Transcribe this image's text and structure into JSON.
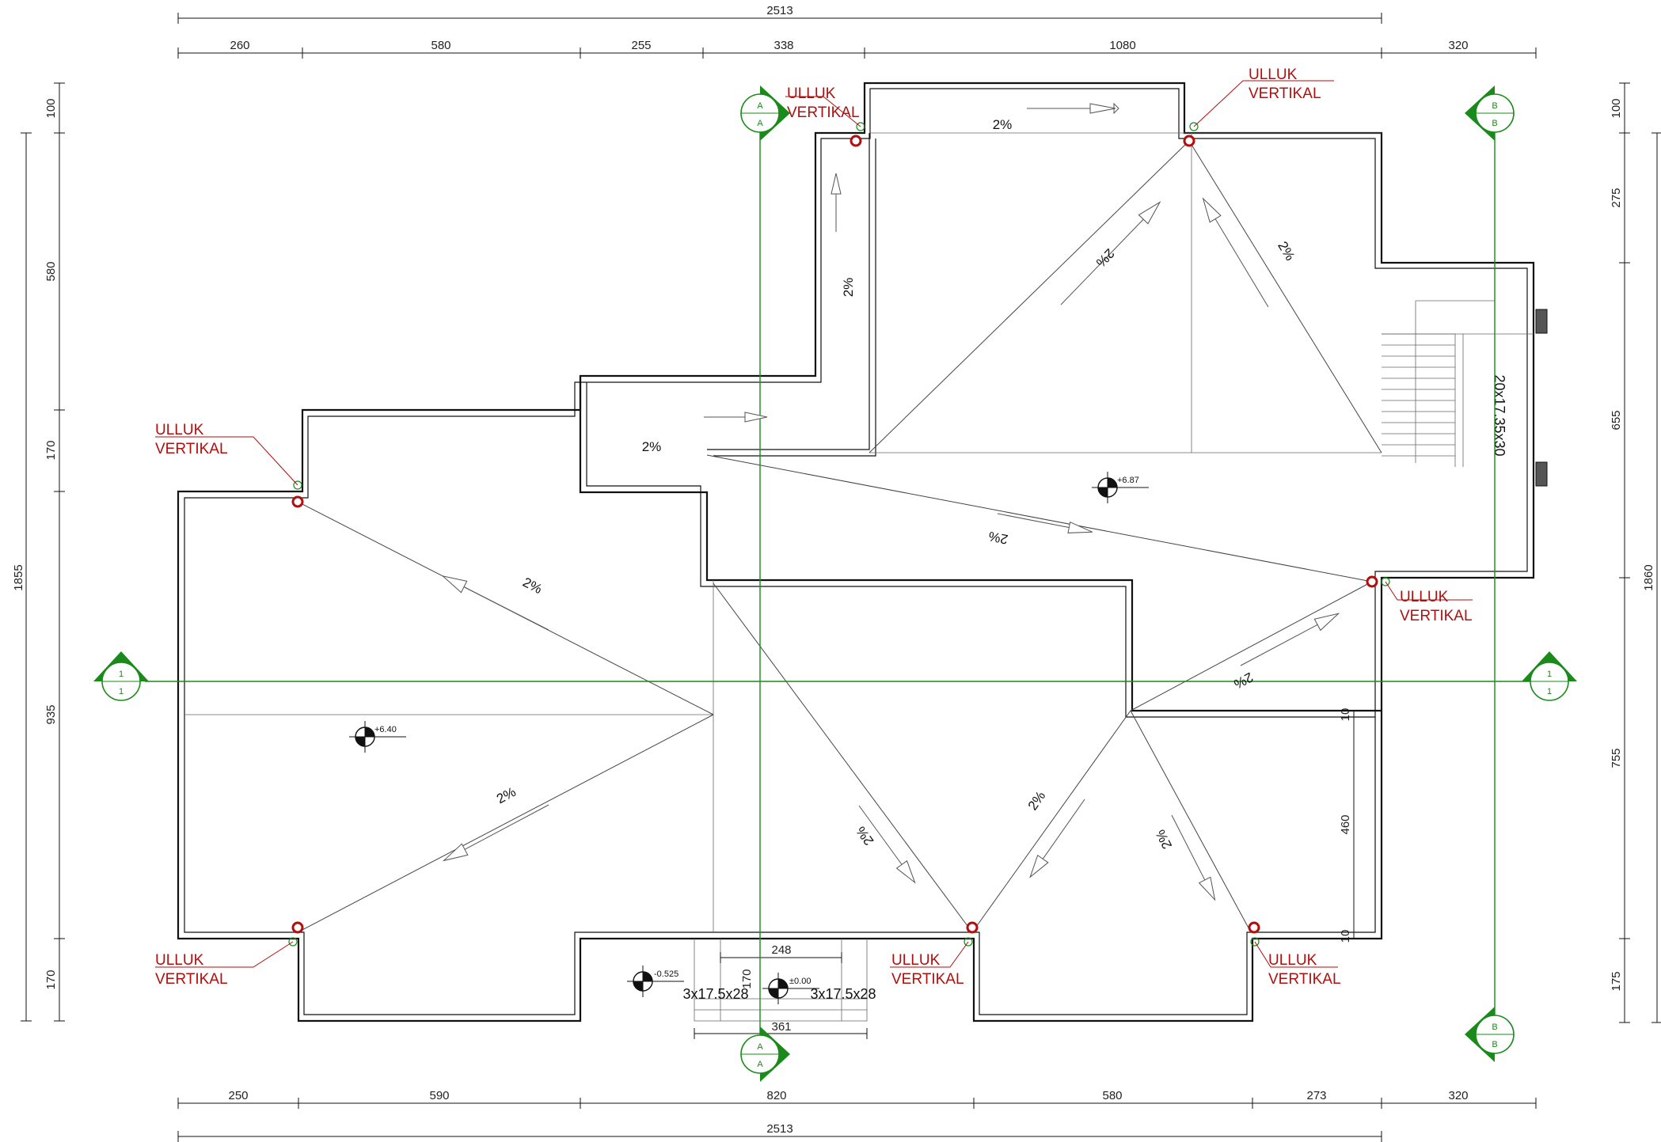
{
  "dimensions": {
    "top_total": "2513",
    "top_segments": [
      "260",
      "580",
      "255",
      "338",
      "1080",
      "320"
    ],
    "bottom_segments": [
      "250",
      "590",
      "820",
      "580",
      "273",
      "320"
    ],
    "bottom_total": "2513",
    "left_segments": [
      "100",
      "580",
      "170",
      "935",
      "170"
    ],
    "left_total": "1855",
    "right_segments": [
      "100",
      "275",
      "655",
      "755",
      "175"
    ],
    "right_total": "1860",
    "inner_460": "460",
    "inner_10a": "10",
    "inner_10b": "10",
    "stair_248": "248",
    "stair_170": "170",
    "stair_361": "361"
  },
  "drains": {
    "line1": "ULLUK",
    "line2": "VERTIKAL"
  },
  "slopes": {
    "label": "2%"
  },
  "elevations": {
    "roof_low": "+6.40",
    "roof_high": "+6.87",
    "entry": "-0.525",
    "ground": "±0.00"
  },
  "stairs": {
    "east": "20x17.35x30",
    "south_left": "3x17.5x28",
    "south_right": "3x17.5x28"
  },
  "sections": {
    "a": "A",
    "b": "B",
    "one": "1"
  },
  "colors": {
    "drain_red": "#b10e0e",
    "section_green": "#1a8a1a",
    "line": "#111111"
  }
}
